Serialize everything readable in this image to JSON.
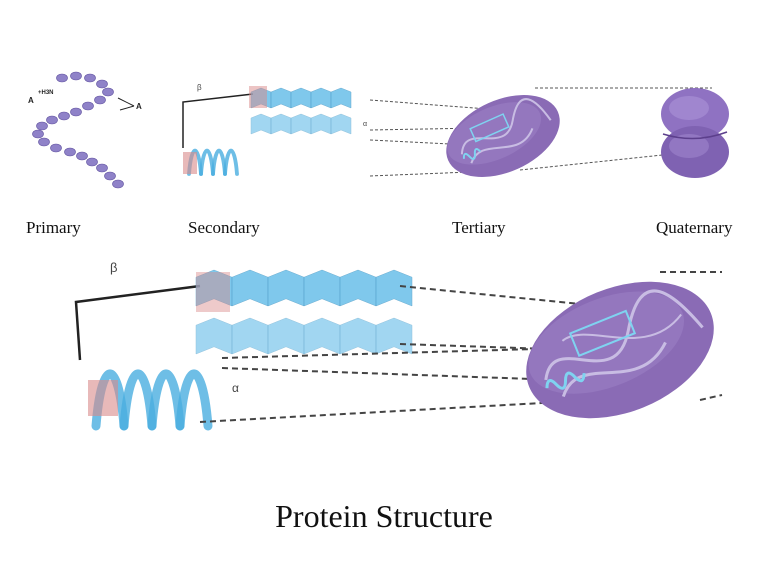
{
  "title": "Protein Structure",
  "levels": [
    {
      "id": "primary",
      "label": "Primary"
    },
    {
      "id": "secondary",
      "label": "Secondary"
    },
    {
      "id": "tertiary",
      "label": "Tertiary"
    },
    {
      "id": "quaternary",
      "label": "Quaternary"
    }
  ],
  "annotations": {
    "terminus_a": "A",
    "amino_group": "+H3N",
    "beta": "β",
    "alpha": "α"
  },
  "colors": {
    "residue": "#8f82c8",
    "residue_stroke": "#5e4f9e",
    "sheet": "#55b6e6",
    "helix": "#4aaee0",
    "globule": "#8a6bb5",
    "globule_dark": "#6b4c99",
    "accent_red": "#d98a8a"
  }
}
